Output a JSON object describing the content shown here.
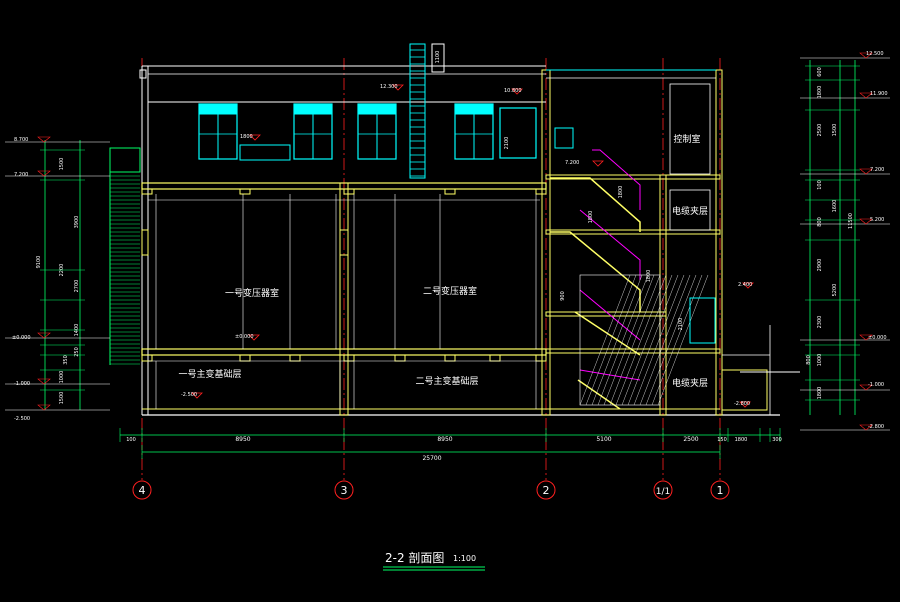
{
  "drawing": {
    "title": "2-2 剖面图",
    "scale": "1:100",
    "colors": {
      "background": "#000000",
      "wall": "#ffff66",
      "structure": "#ffffff",
      "window": "#00ffff",
      "axis": "#ff2020",
      "dimension": "#00ff66",
      "stair": "#ff00ff",
      "text": "#ffffff"
    }
  },
  "axes": [
    "4",
    "3",
    "2",
    "1/1",
    "1"
  ],
  "dimensions": {
    "bottom_segments": [
      "100",
      "8950",
      "8950",
      "5100",
      "2500",
      "150",
      "1800",
      "300"
    ],
    "bottom_total": "25700"
  },
  "rooms": {
    "transformer_1": "一号变压器室",
    "transformer_2": "二号变压器室",
    "base_1": "一号主变基础层",
    "base_2": "二号主变基础层",
    "control_room": "控制室",
    "cable_layer_upper": "电缆夹层",
    "cable_layer_lower": "电缆夹层"
  },
  "elevations": {
    "left": [
      "8.700",
      "7.200",
      "±0.000",
      "-1.000",
      "-2.500"
    ],
    "left_dims": [
      "1500",
      "3900",
      "9100",
      "2700",
      "1400",
      "250",
      "350",
      "1000",
      "1500",
      "2200"
    ],
    "right": [
      "12.500",
      "11.900",
      "7.200",
      "5.200",
      "±0.000",
      "-1.000",
      "-2.800"
    ],
    "right_dims": [
      "600",
      "1800",
      "2500",
      "1500",
      "100",
      "1600",
      "800",
      "2900",
      "11500",
      "5200",
      "2300",
      "800",
      "1000",
      "1800"
    ],
    "inner": [
      "12.300",
      "10.800",
      "1800",
      "±0.000",
      "-2.500",
      "7.200",
      "2.400",
      "-2.800"
    ],
    "inner_dims": [
      "1100",
      "2100",
      "1800",
      "1800",
      "1800",
      "900",
      "2100"
    ]
  }
}
